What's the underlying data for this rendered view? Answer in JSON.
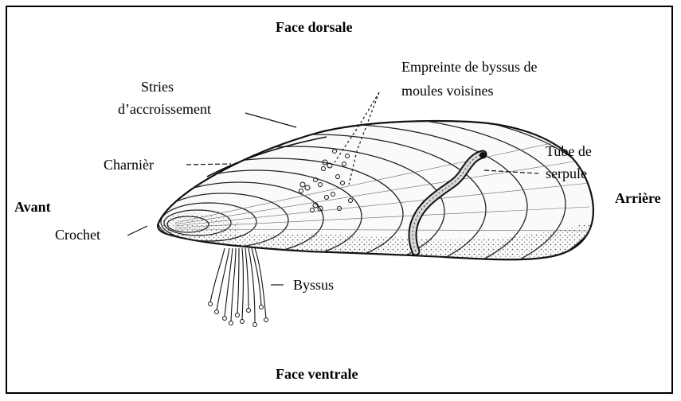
{
  "labels": {
    "face_dorsale": "Face dorsale",
    "face_ventrale": "Face ventrale",
    "avant": "Avant",
    "arriere": "Arrière",
    "stries_line1": "Stries",
    "stries_line2": "d’accroissement",
    "empreinte_line1": "Empreinte de byssus de",
    "empreinte_line2": "moules voisines",
    "tube_line1": "Tube de",
    "tube_line2": "serpule",
    "charniere": "Charnièr",
    "crochet": "Crochet",
    "byssus": "Byssus"
  }
}
